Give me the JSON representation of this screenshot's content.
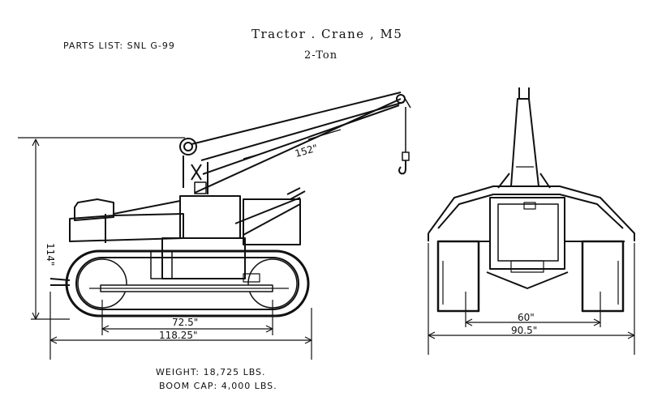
{
  "header": {
    "parts_list": "PARTS LIST: SNL G-99",
    "title": "Tractor . Crane , M5",
    "subtitle": "2-Ton"
  },
  "dimensions": {
    "boom": "152\"",
    "height": "114\"",
    "track_inner": "72.5\"",
    "track_overall": "118.25\"",
    "front_gauge": "60\"",
    "front_width": "90.5\""
  },
  "specs": {
    "weight": "WEIGHT: 18,725 LBS.",
    "boom_cap": "BOOM CAP: 4,000 LBS."
  }
}
